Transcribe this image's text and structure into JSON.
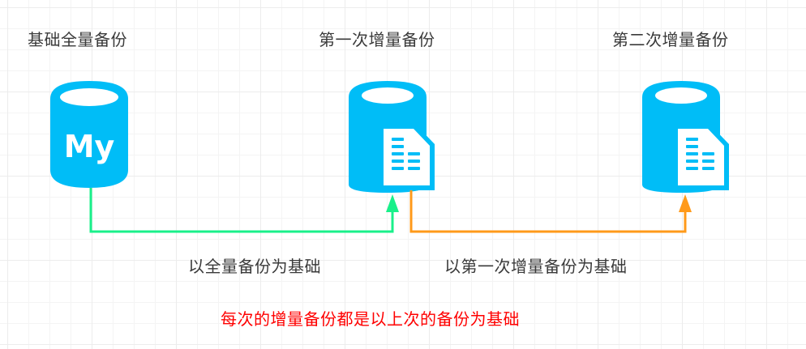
{
  "nodes": [
    {
      "id": "full",
      "title": "基础全量备份",
      "icon": "mysql-database-icon",
      "icon_text": "My"
    },
    {
      "id": "inc1",
      "title": "第一次增量备份",
      "icon": "database-document-icon"
    },
    {
      "id": "inc2",
      "title": "第二次增量备份",
      "icon": "database-document-icon"
    }
  ],
  "edges": [
    {
      "from": "full",
      "to": "inc1",
      "label": "以全量备份为基础",
      "color": "#19f08a"
    },
    {
      "from": "inc1",
      "to": "inc2",
      "label": "以第一次增量备份为基础",
      "color": "#ff9a1a"
    }
  ],
  "note": {
    "text": "每次的增量备份都是以上次的备份为基础",
    "color": "#ff0000"
  },
  "colors": {
    "database": "#00bdf7",
    "grid": "#ececec",
    "text": "#3a3a3a"
  }
}
